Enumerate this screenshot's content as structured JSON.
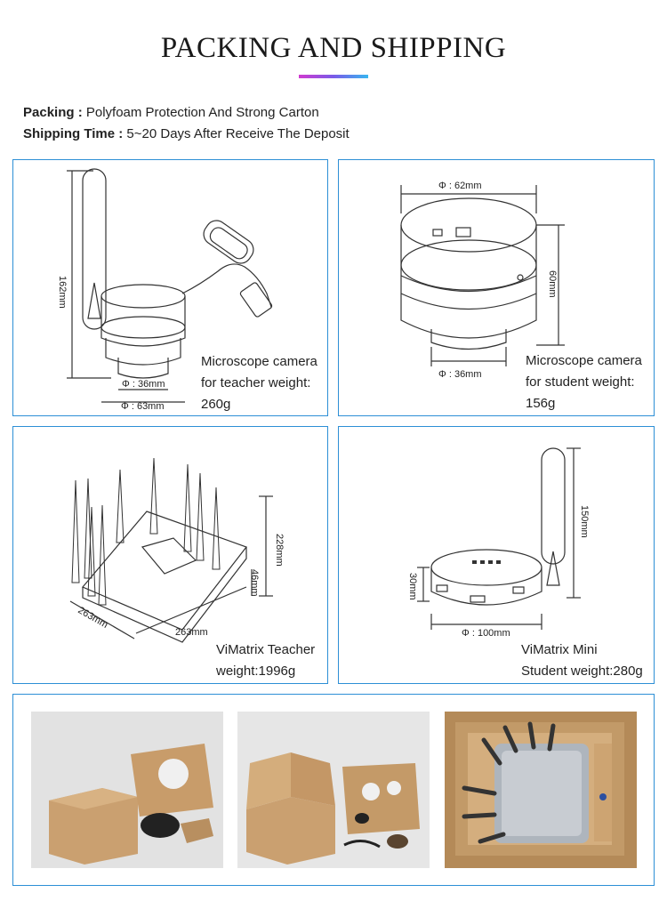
{
  "header": {
    "title": "PACKING AND SHIPPING",
    "packing_label": "Packing :",
    "packing_value": "Polyfoam Protection And Strong Carton",
    "shipping_label": "Shipping Time :",
    "shipping_value": "5~20 Days After Receive The Deposit"
  },
  "products": [
    {
      "caption_lines": [
        "Microscope camera",
        "for teacher weight:",
        "260g"
      ],
      "dims": {
        "height": "162mm",
        "inner_dia": "Φ : 36mm",
        "outer_dia": "Φ : 63mm"
      }
    },
    {
      "caption_lines": [
        "Microscope camera",
        "for student weight:",
        "156g"
      ],
      "dims": {
        "top_dia": "Φ : 62mm",
        "height": "60mm",
        "bottom_dia": "Φ : 36mm"
      }
    },
    {
      "caption_lines": [
        "ViMatrix Teacher",
        "weight:1996g"
      ],
      "dims": {
        "total_height": "228mm",
        "body_height": "46mm",
        "depth": "263mm",
        "width": "263mm"
      }
    },
    {
      "caption_lines": [
        "ViMatrix Mini",
        "Student weight:280g"
      ],
      "dims": {
        "antenna_height": "150mm",
        "body_height": "30mm",
        "diameter": "Φ : 100mm"
      }
    }
  ],
  "photos": [
    {
      "name": "photo-packaged-camera"
    },
    {
      "name": "photo-packaged-mini"
    },
    {
      "name": "photo-packaged-teacher-box"
    }
  ],
  "colors": {
    "panel_border": "#2d8fd6",
    "accent_start": "#d03ad0",
    "accent_end": "#38b6f0"
  }
}
